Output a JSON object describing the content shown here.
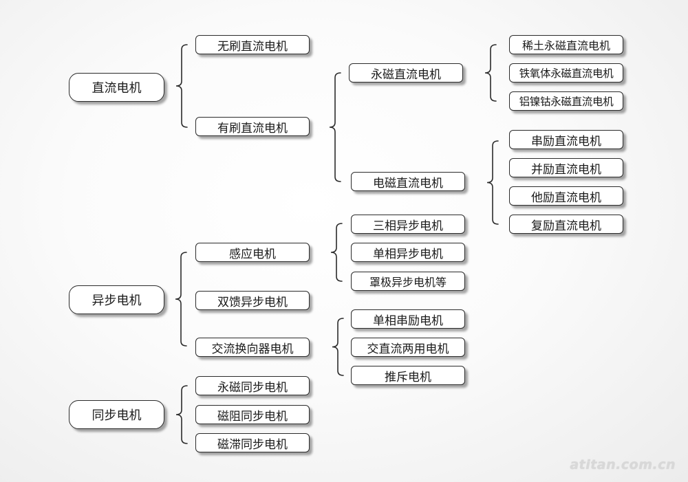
{
  "nodes": {
    "dc": "直流电机",
    "async": "异步电机",
    "sync": "同步电机",
    "brushless": "无刷直流电机",
    "brushed": "有刷直流电机",
    "pm_dc": "永磁直流电机",
    "em_dc": "电磁直流电机",
    "rare_earth": "稀土永磁直流电机",
    "ferrite": "铁氧体永磁直流电机",
    "alnico": "铝镍钴永磁直流电机",
    "series": "串励直流电机",
    "shunt": "并励直流电机",
    "separate": "他励直流电机",
    "compound": "复励直流电机",
    "induction": "感应电机",
    "dfig": "双馈异步电机",
    "commutator": "交流换向器电机",
    "three_phase": "三相异步电机",
    "single_phase": "单相异步电机",
    "shaded_pole": "罩极异步电机等",
    "single_series": "单相串励电机",
    "universal": "交直流两用电机",
    "repulsion": "推斥电机",
    "pm_sync": "永磁同步电机",
    "reluctance": "磁阻同步电机",
    "hysteresis": "磁滞同步电机"
  },
  "watermark": "atitan.com.cn",
  "colors": {
    "border": "#2a2a2a",
    "node_fill": "#ffffff",
    "watermark": "#d8d8d8"
  }
}
